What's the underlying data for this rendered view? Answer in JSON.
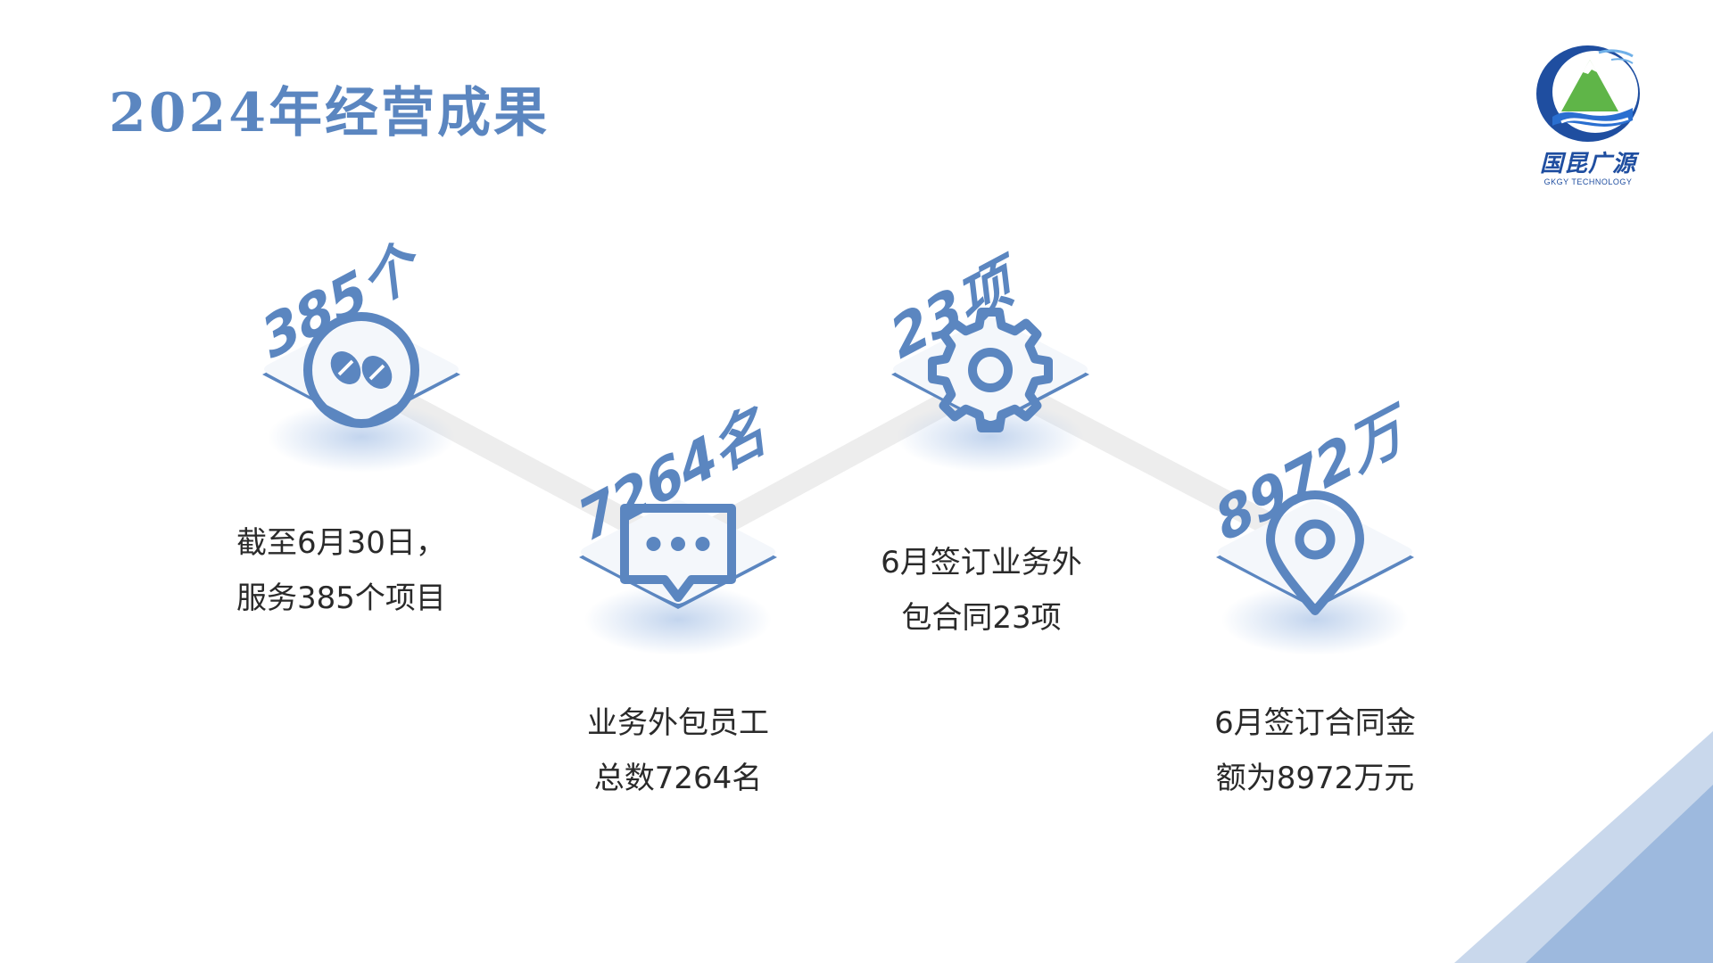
{
  "slide": {
    "title": "2024年经营成果"
  },
  "logo": {
    "name": "国昆广源",
    "subtitle": "GKGY TECHNOLOGY"
  },
  "metrics": [
    {
      "value": "385个",
      "icon": "beans-circle-icon",
      "description_line1": "截至6月30日，",
      "description_line2": "服务385个项目"
    },
    {
      "value": "7264名",
      "icon": "chat-bubble-icon",
      "description_line1": "业务外包员工",
      "description_line2": "总数7264名"
    },
    {
      "value": "23项",
      "icon": "gear-icon",
      "description_line1": "6月签订业务外",
      "description_line2": "包合同23项"
    },
    {
      "value": "8972万",
      "icon": "location-pin-icon",
      "description_line1": "6月签订合同金",
      "description_line2": "额为8972万元"
    }
  ],
  "colors": {
    "accent": "#5b86c0",
    "text": "#2a2a2a",
    "corner_light": "#c9d8ec",
    "corner_dark": "#9db9de"
  }
}
